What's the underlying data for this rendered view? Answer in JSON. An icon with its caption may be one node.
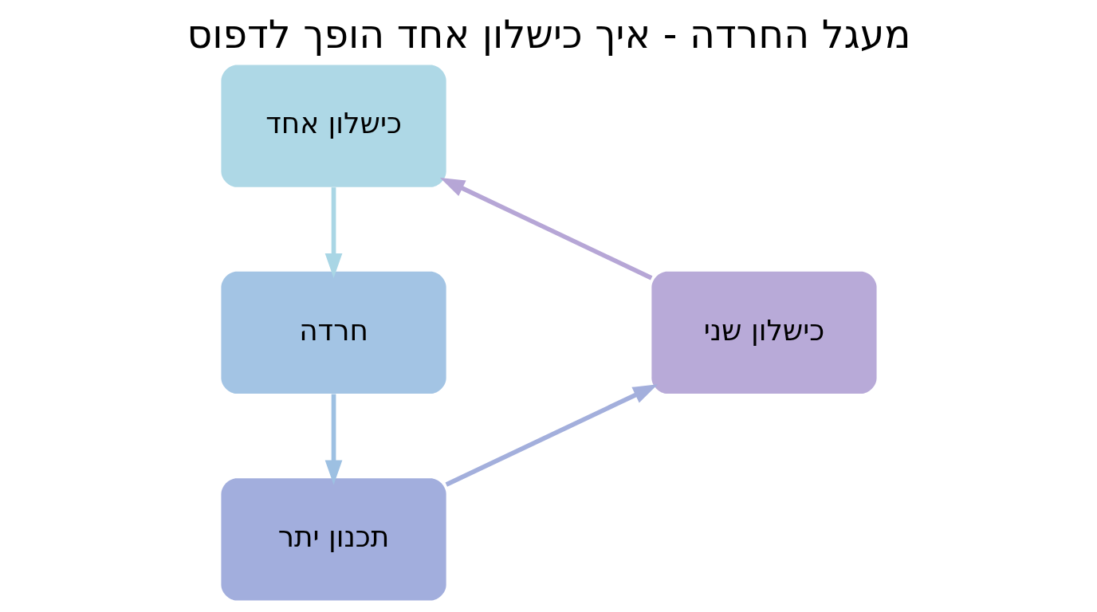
{
  "diagram": {
    "title": "מעגל החרדה - איך כישלון אחד הופך לדפוס",
    "nodes": [
      {
        "text": [
          "כישלון אחד"
        ]
      },
      {
        "text": [
          "חרדה"
        ]
      },
      {
        "text": [
          "תכנון יתר"
        ]
      },
      {
        "text": [
          "כישלון שני"
        ]
      }
    ],
    "edges": [
      {
        "from": 0,
        "to": 1,
        "arrow": "to",
        "color": "#a9d6e5"
      },
      {
        "from": 1,
        "to": 2,
        "arrow": "to",
        "color": "#9dc0e2"
      },
      {
        "from": 2,
        "to": 3,
        "arrow": "to",
        "color": "#a3afdc"
      },
      {
        "from": 3,
        "to": 0,
        "arrow": "to",
        "color": "#b6a6d6"
      }
    ]
  }
}
